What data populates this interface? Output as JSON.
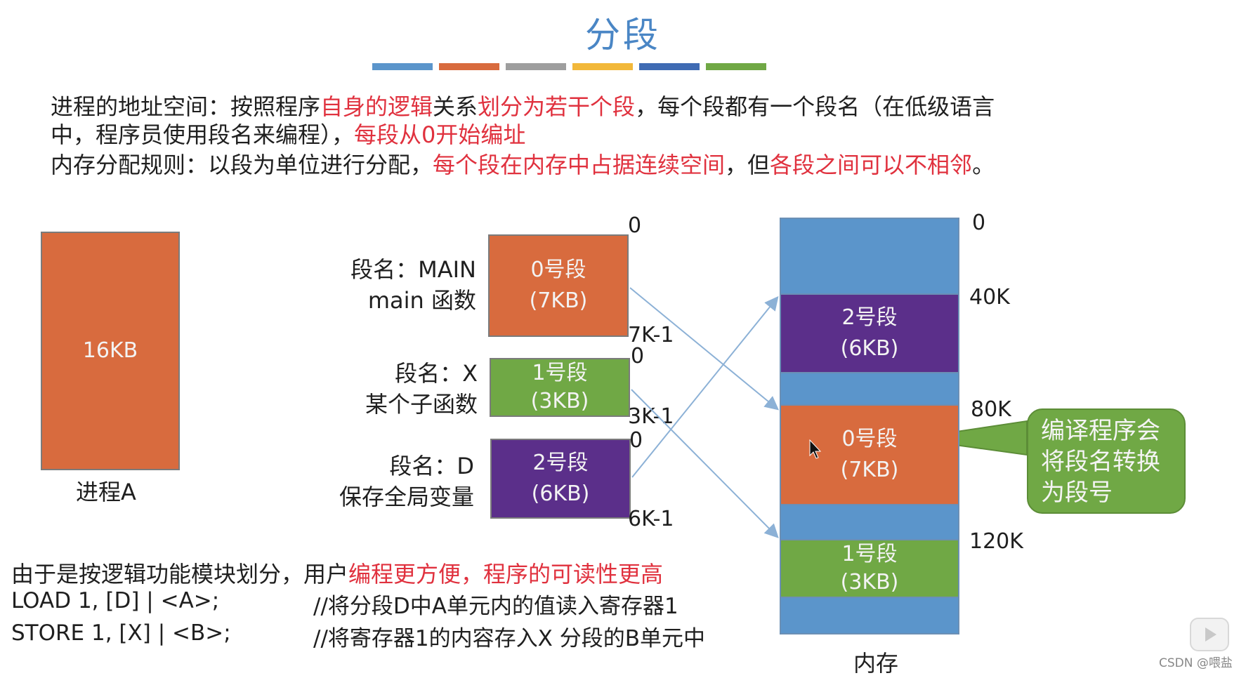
{
  "title": "分段",
  "colors": {
    "title": "#4a86c5",
    "highlight": "#e0313e",
    "orange": "#d86b3e",
    "green": "#70a845",
    "purple": "#5b2f8a",
    "blue": "#5b95cb",
    "arrow": "#8cb1d6",
    "stripes": [
      "#5b95cb",
      "#d86b3e",
      "#9e9e9e",
      "#f2b83a",
      "#3f6bb3",
      "#70a845"
    ]
  },
  "intro": {
    "line1": [
      {
        "text": "进程的地址空间：按照程序",
        "red": false
      },
      {
        "text": "自身的逻辑",
        "red": true
      },
      {
        "text": "关系",
        "red": false
      },
      {
        "text": "划分为若干个段",
        "red": true
      },
      {
        "text": "，每个段都有一个段名（在低级语言",
        "red": false
      }
    ],
    "line2": [
      {
        "text": "中，程序员使用段名来编程），",
        "red": false
      },
      {
        "text": "每段从0开始编址",
        "red": true
      }
    ],
    "line3": [
      {
        "text": "内存分配规则：以段为单位进行分配，",
        "red": false
      },
      {
        "text": "每个段在内存中占据连续空间",
        "red": true
      },
      {
        "text": "，但",
        "red": false
      },
      {
        "text": "各段之间可以不相邻",
        "red": true
      },
      {
        "text": "。",
        "red": false
      }
    ]
  },
  "process": {
    "size": "16KB",
    "label": "进程A"
  },
  "segments": [
    {
      "name_line1": "段名：MAIN",
      "name_line2": "main 函数",
      "box_line1": "0号段",
      "box_line2": "(7KB)",
      "start": "0",
      "end": "7K-1"
    },
    {
      "name_line1": "段名：X",
      "name_line2": "某个子函数",
      "box_line1": "1号段",
      "box_line2": "(3KB)",
      "start": "0",
      "end": "3K-1"
    },
    {
      "name_line1": "段名：D",
      "name_line2": "保存全局变量",
      "box_line1": "2号段",
      "box_line2": "(6KB)",
      "start": "0",
      "end": "6K-1"
    }
  ],
  "memory": {
    "label": "内存",
    "addresses": [
      "0",
      "40K",
      "80K",
      "120K"
    ],
    "blocks": [
      {
        "line1": "2号段",
        "line2": "(6KB)"
      },
      {
        "line1": "0号段",
        "line2": "(7KB)"
      },
      {
        "line1": "1号段",
        "line2": "(3KB)"
      }
    ]
  },
  "callout": {
    "line1": "编译程序会",
    "line2": "将段名转换",
    "line3": "为段号"
  },
  "bottom": {
    "line1_normal": "由于是按逻辑功能模块划分，用户",
    "line1_red": "编程更方便，程序的可读性更高",
    "code": [
      {
        "instr": "LOAD 1, [D] | <A>;",
        "comment": "//将分段D中A单元内的值读入寄存器1"
      },
      {
        "instr": "STORE 1, [X] | <B>;",
        "comment": "//将寄存器1的内容存入X 分段的B单元中"
      }
    ]
  },
  "watermark": "CSDN @喂盐"
}
